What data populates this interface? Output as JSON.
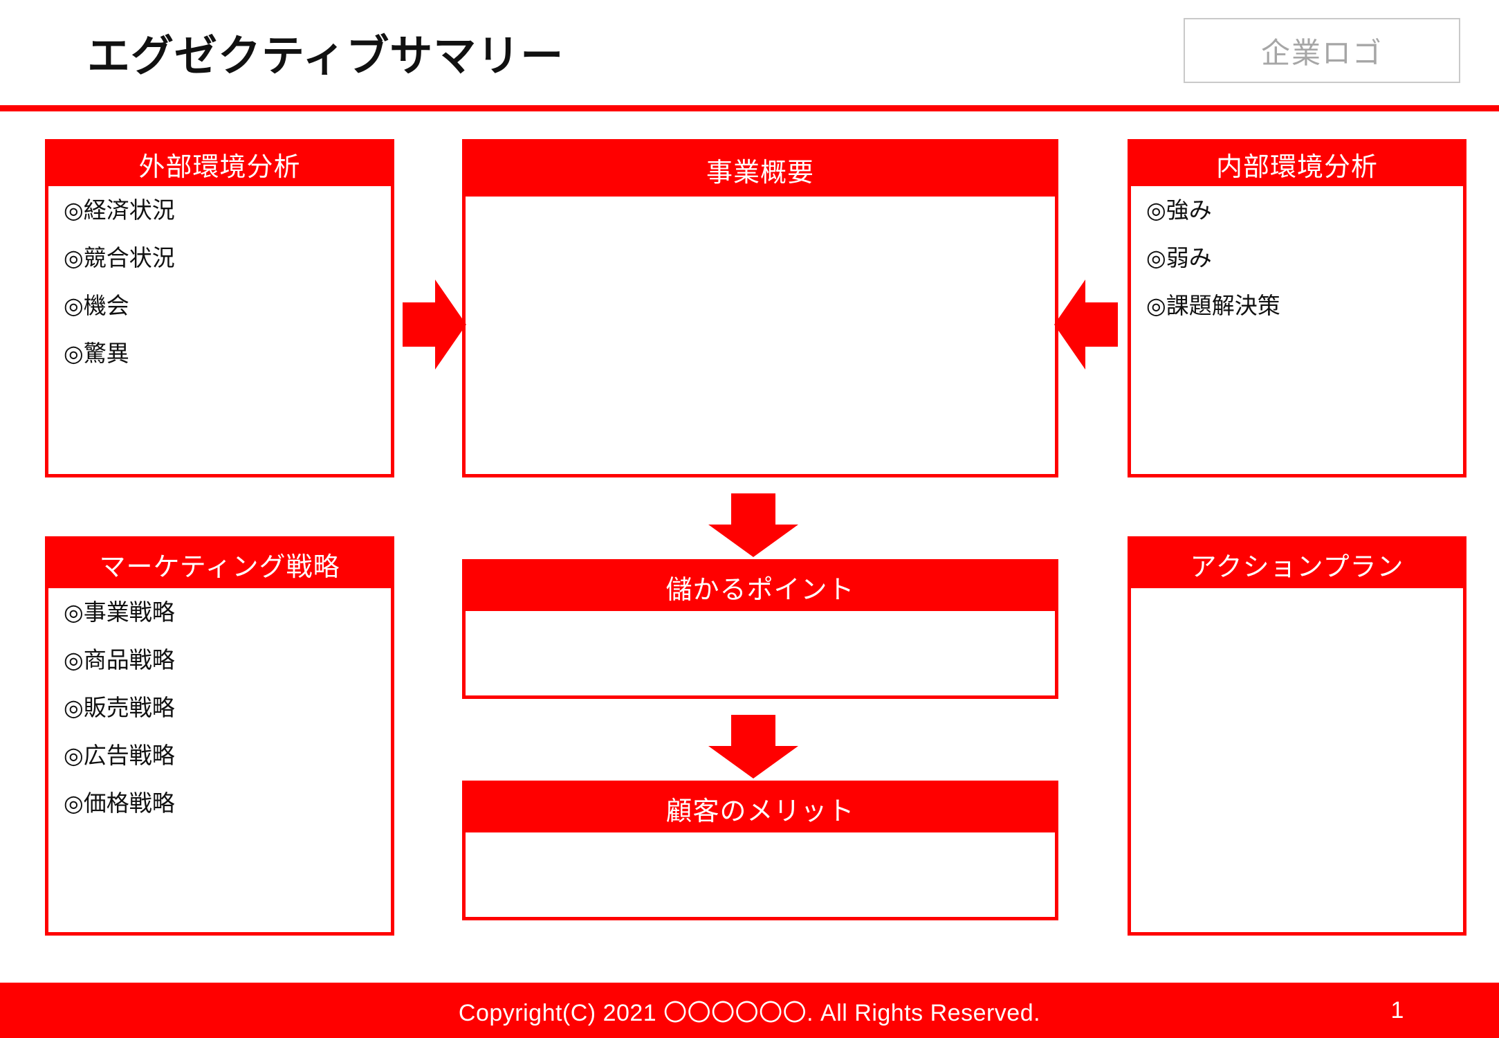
{
  "header": {
    "title": "エグゼクティブサマリー",
    "logo_placeholder": "企業ロゴ",
    "accent_color": "#ff0000"
  },
  "panels": {
    "external_analysis": {
      "title": "外部環境分析",
      "items": [
        "◎経済状況",
        "◎競合状況",
        "◎機会",
        "◎驚異"
      ]
    },
    "business_overview": {
      "title": "事業概要",
      "items": []
    },
    "internal_analysis": {
      "title": "内部環境分析",
      "items": [
        "◎強み",
        "◎弱み",
        "◎課題解決策"
      ]
    },
    "marketing_strategy": {
      "title": "マーケティング戦略",
      "items": [
        "◎事業戦略",
        "◎商品戦略",
        "◎販売戦略",
        "◎広告戦略",
        "◎価格戦略"
      ]
    },
    "profit_points": {
      "title": "儲かるポイント",
      "items": []
    },
    "customer_benefits": {
      "title": "顧客のメリット",
      "items": []
    },
    "action_plan": {
      "title": "アクションプラン",
      "items": []
    }
  },
  "arrows": [
    {
      "name": "arrow-right-icon",
      "direction": "right"
    },
    {
      "name": "arrow-left-icon",
      "direction": "left"
    },
    {
      "name": "arrow-down-icon-1",
      "direction": "down"
    },
    {
      "name": "arrow-down-icon-2",
      "direction": "down"
    }
  ],
  "footer": {
    "copyright": "Copyright(C) 2021 〇〇〇〇〇〇. All Rights Reserved.",
    "page_number": "1"
  }
}
